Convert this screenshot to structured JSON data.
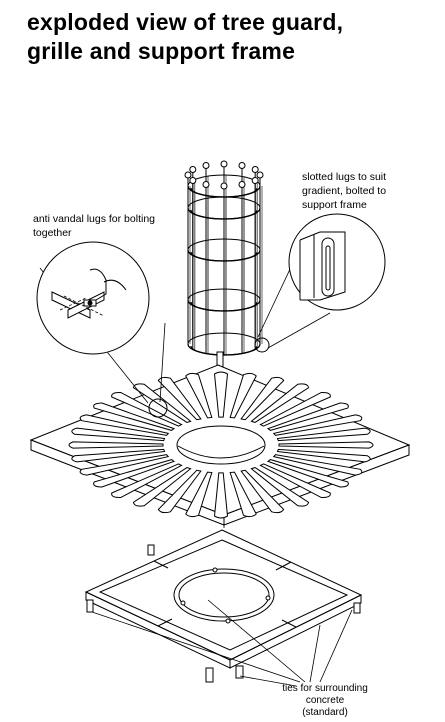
{
  "title": {
    "line1": "exploded view of tree guard,",
    "line2": "grille and support frame"
  },
  "labels": {
    "anti_vandal": [
      "anti vandal lugs for bolting",
      "together"
    ],
    "slotted": [
      "slotted lugs to suit",
      "gradient, bolted to",
      "support frame"
    ],
    "ties": [
      "ties for surrounding",
      "concrete",
      "(standard)"
    ]
  }
}
